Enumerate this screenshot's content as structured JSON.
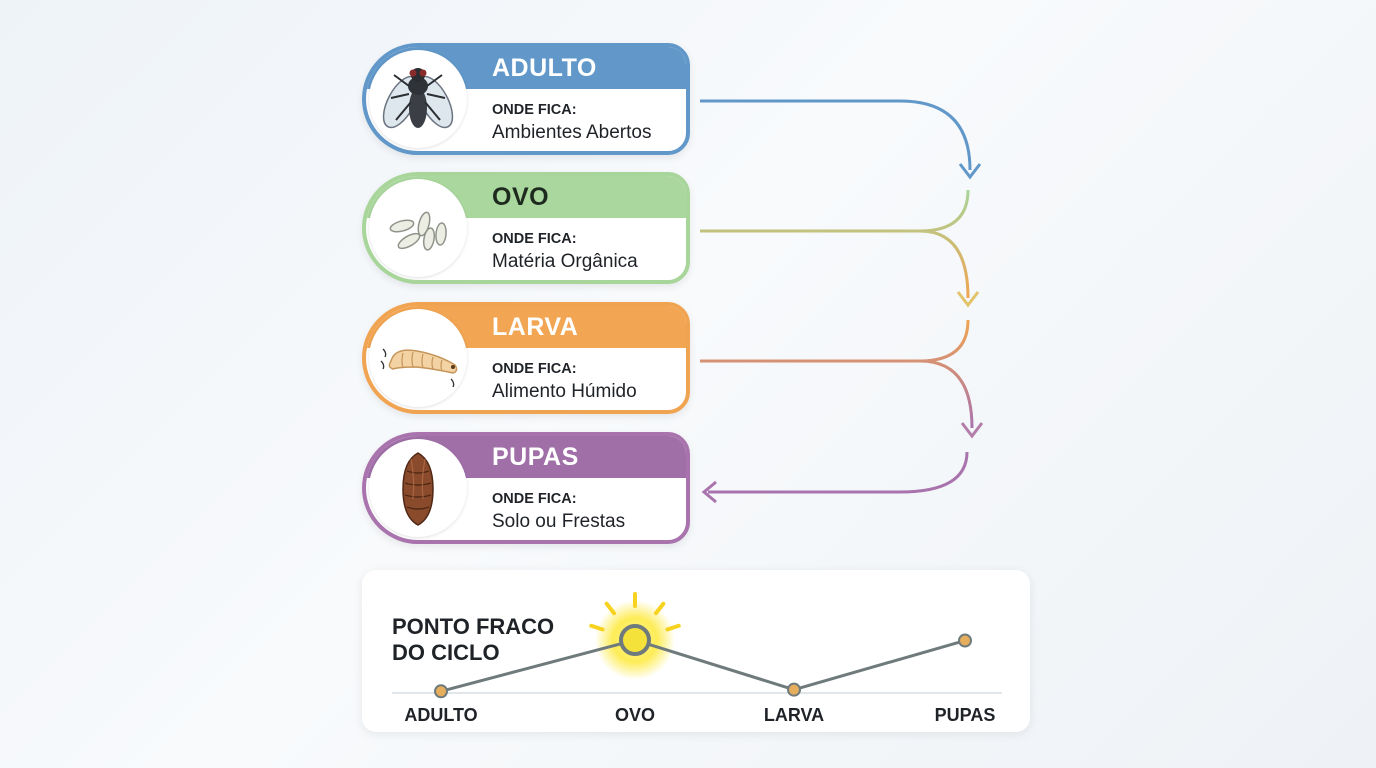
{
  "stages": [
    {
      "title": "ADULTO",
      "label": "ONDE FICA:",
      "value": "Ambientes Abertos",
      "icon": "fly-icon",
      "color": "#6198c9"
    },
    {
      "title": "OVO",
      "label": "ONDE FICA:",
      "value": "Matéria Orgânica",
      "icon": "eggs-icon",
      "color": "#aad79d"
    },
    {
      "title": "LARVA",
      "label": "ONDE FICA:",
      "value": "Alimento Húmido",
      "icon": "larva-icon",
      "color": "#f2a552"
    },
    {
      "title": "PUPAS",
      "label": "ONDE FICA:",
      "value": "Solo ou Frestas",
      "icon": "pupa-icon",
      "color": "#a06fa8"
    }
  ],
  "weak_point": {
    "title_line1": "PONTO FRACO",
    "title_line2": "DO CICLO",
    "highlight": "OVO"
  },
  "chart_data": {
    "type": "line",
    "categories": [
      "ADULTO",
      "OVO",
      "LARVA",
      "PUPAS"
    ],
    "values": [
      0.05,
      1.0,
      0.08,
      0.99
    ],
    "title": "PONTO FRACO DO CICLO",
    "xlabel": "",
    "ylabel": "",
    "highlight_index": 1,
    "line_color": "#6f7a7c",
    "marker_color": "#e6ad5c",
    "highlight_color": "#fde93a"
  }
}
